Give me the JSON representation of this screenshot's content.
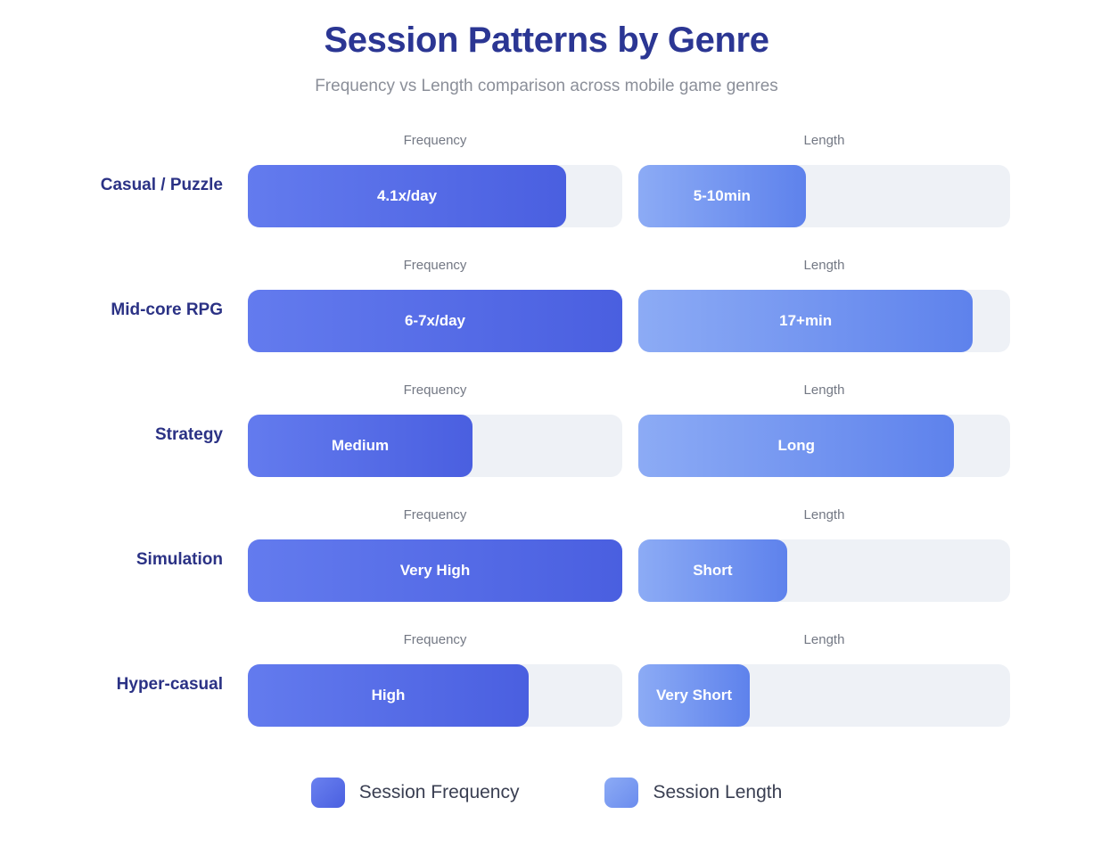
{
  "header": {
    "title": "Session Patterns by Genre",
    "subtitle": "Frequency vs Length comparison across mobile game genres"
  },
  "columns": {
    "frequency_label": "Frequency",
    "length_label": "Length"
  },
  "legend": {
    "items": [
      {
        "label": "Session Frequency",
        "swatch": "frequency-swatch",
        "color": "#4a5fe0"
      },
      {
        "label": "Session Length",
        "swatch": "length-swatch",
        "color": "#7d9cf2"
      }
    ]
  },
  "colors": {
    "title": "#2b3693",
    "subtitle": "#8b8f99",
    "genre_label": "#2b3285",
    "column_header": "#737884",
    "track": "#eef1f6",
    "frequency_bar_from": "#637bee",
    "frequency_bar_to": "#4a5fe0",
    "length_bar_from": "#8cabf5",
    "length_bar_to": "#5e82ec",
    "bar_text": "#ffffff"
  },
  "chart_data": {
    "type": "bar",
    "title": "Session Patterns by Genre",
    "subtitle": "Frequency vs Length comparison across mobile game genres",
    "orientation": "horizontal",
    "categories": [
      "Casual / Puzzle",
      "Mid-core RPG",
      "Strategy",
      "Simulation",
      "Hyper-casual"
    ],
    "series": [
      {
        "name": "Session Frequency",
        "column_label": "Frequency",
        "values": [
          85,
          100,
          60,
          100,
          75
        ],
        "value_labels": [
          "4.1x/day",
          "6-7x/day",
          "Medium",
          "Very High",
          "High"
        ]
      },
      {
        "name": "Session Length",
        "column_label": "Length",
        "values": [
          45,
          90,
          85,
          40,
          30
        ],
        "value_labels": [
          "5-10min",
          "17+min",
          "Long",
          "Short",
          "Very Short"
        ]
      }
    ],
    "xlabel": "",
    "ylabel": "",
    "xlim": [
      0,
      100
    ],
    "grid": false,
    "legend_position": "bottom"
  },
  "rows": [
    {
      "genre": "Casual / Puzzle",
      "frequency": {
        "label": "4.1x/day",
        "pct": 85
      },
      "length": {
        "label": "5-10min",
        "pct": 45
      }
    },
    {
      "genre": "Mid-core RPG",
      "frequency": {
        "label": "6-7x/day",
        "pct": 100
      },
      "length": {
        "label": "17+min",
        "pct": 90
      }
    },
    {
      "genre": "Strategy",
      "frequency": {
        "label": "Medium",
        "pct": 60
      },
      "length": {
        "label": "Long",
        "pct": 85
      }
    },
    {
      "genre": "Simulation",
      "frequency": {
        "label": "Very High",
        "pct": 100
      },
      "length": {
        "label": "Short",
        "pct": 40
      }
    },
    {
      "genre": "Hyper-casual",
      "frequency": {
        "label": "High",
        "pct": 75
      },
      "length": {
        "label": "Very Short",
        "pct": 30
      }
    }
  ]
}
